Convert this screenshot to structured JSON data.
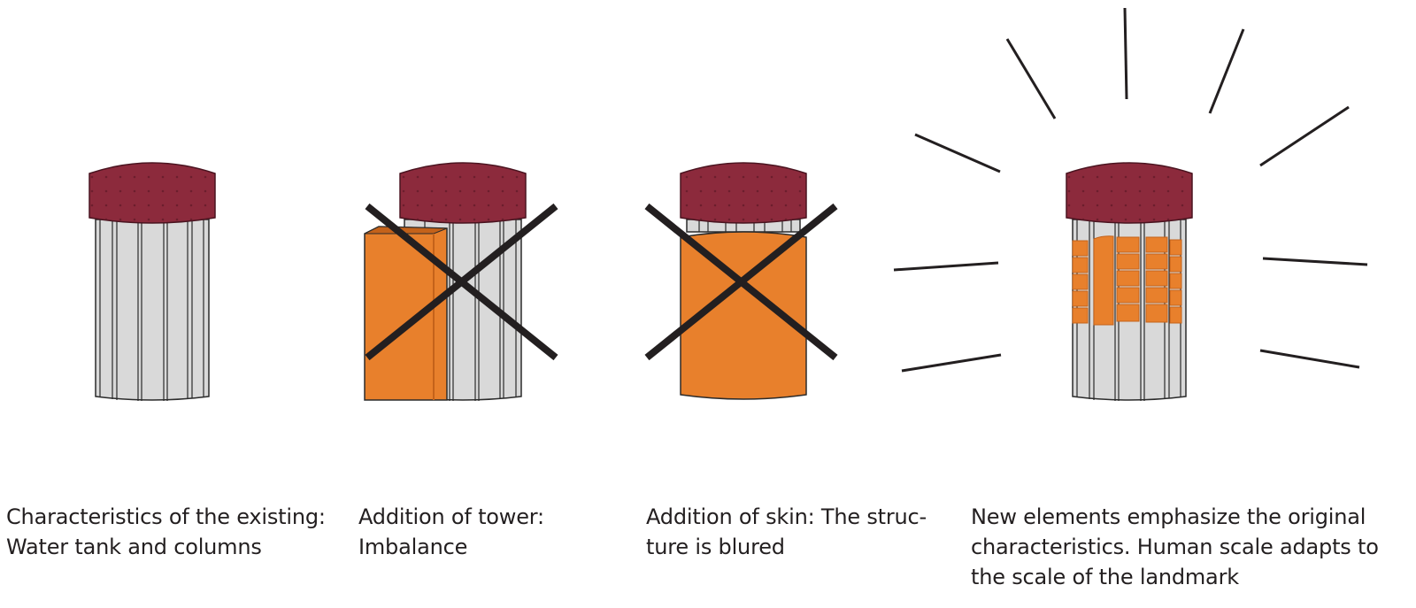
{
  "colors": {
    "tank": "#8c2a3c",
    "tank_dots": "#5e1826",
    "column_fill": "#d9d9d9",
    "column_line": "#2b2b2b",
    "orange": "#e8802c",
    "orange_dark": "#c4621a",
    "cross": "#231f20",
    "rays": "#231f20",
    "text": "#231f20"
  },
  "panels": [
    {
      "id": "existing",
      "variant": "plain",
      "crossed": false,
      "lines": [
        "Characteristics of the existing:",
        "Water tank and columns"
      ]
    },
    {
      "id": "tower",
      "variant": "tower-addition",
      "crossed": true,
      "lines": [
        "Addition of tower:",
        "Imbalance"
      ]
    },
    {
      "id": "skin",
      "variant": "skin-addition",
      "crossed": true,
      "lines": [
        "Addition of skin: The struc-",
        "ture is blured"
      ]
    },
    {
      "id": "new-elements",
      "variant": "emphasized",
      "crossed": false,
      "radiating": true,
      "lines": [
        "New elements emphasize the original",
        "characteristics. Human scale adapts to",
        "the scale of the landmark"
      ]
    }
  ]
}
